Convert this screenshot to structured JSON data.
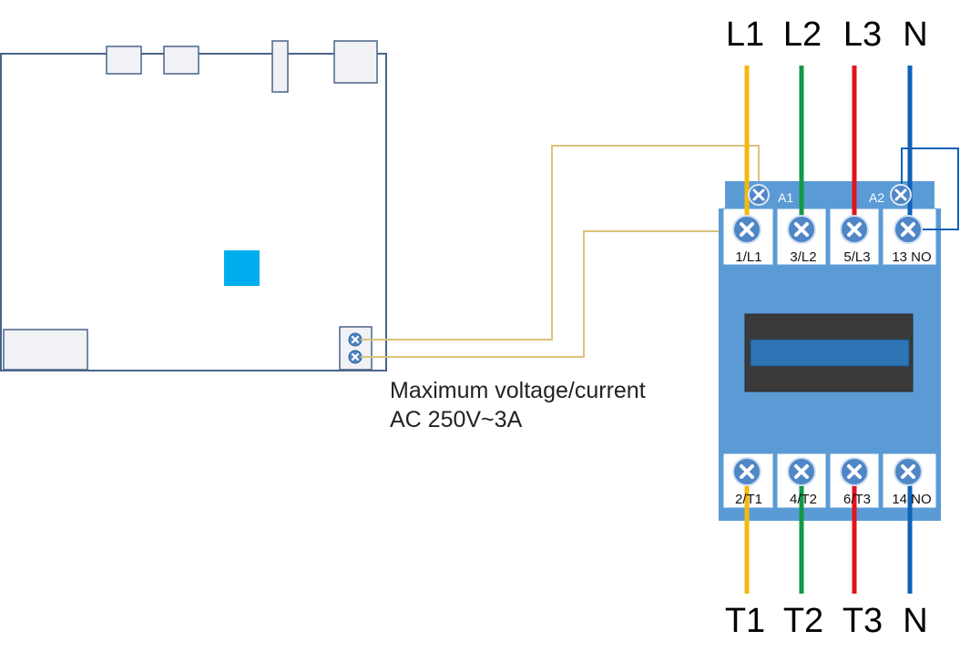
{
  "note": {
    "line1": "Maximum voltage/current",
    "line2": "AC 250V~3A"
  },
  "supply_labels": [
    "L1",
    "L2",
    "L3",
    "N"
  ],
  "output_labels": [
    "T1",
    "T2",
    "T3",
    "N"
  ],
  "coil_labels": {
    "a1": "A1",
    "a2": "A2"
  },
  "top_terminals": [
    "1/L1",
    "3/L2",
    "5/L3",
    "13 NO"
  ],
  "bottom_terminals": [
    "2/T1",
    "4/T2",
    "6/T3",
    "14 NO"
  ],
  "colors": {
    "l1": "#f4b90c",
    "l2": "#119944",
    "l3": "#e3121c",
    "n": "#0f62b8",
    "control_wire": "#dcc27a",
    "contactor_body": "#5b9bd5",
    "board_outline": "#4a6488",
    "board_fill": "#f1f2f6",
    "led": "#00aeef"
  }
}
